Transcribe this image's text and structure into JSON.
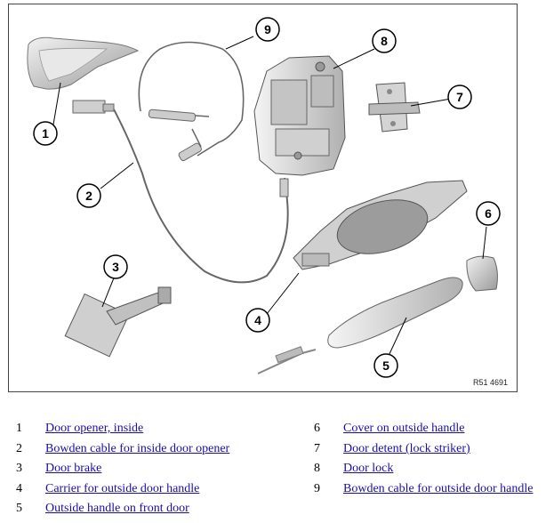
{
  "figure": {
    "reference_code": "R51 4691",
    "callouts": [
      "1",
      "2",
      "3",
      "4",
      "5",
      "6",
      "7",
      "8",
      "9"
    ]
  },
  "legend": [
    {
      "number": "1",
      "label": "Door opener, inside"
    },
    {
      "number": "2",
      "label": "Bowden cable for inside door opener"
    },
    {
      "number": "3",
      "label": "Door brake"
    },
    {
      "number": "4",
      "label": "Carrier for outside door handle"
    },
    {
      "number": "5",
      "label": "Outside handle on front door"
    },
    {
      "number": "6",
      "label": "Cover on outside handle"
    },
    {
      "number": "7",
      "label": "Door detent (lock striker)"
    },
    {
      "number": "8",
      "label": "Door lock"
    },
    {
      "number": "9",
      "label": "Bowden cable for outside door handle"
    }
  ],
  "colors": {
    "link": "#1a0dab",
    "part_fill": "#d8d8d8",
    "part_stroke": "#555555",
    "callout_stroke": "#000000"
  }
}
